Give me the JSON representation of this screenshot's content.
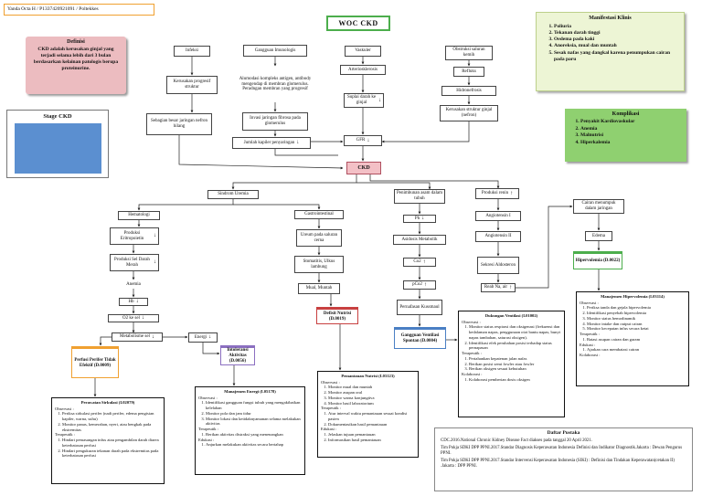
{
  "author": "Yanda Octa H / P1337420921091 / Poltekkes",
  "title": "WOC CKD",
  "definisi": {
    "title": "Definisi",
    "text": "CKD adalah kerusakan ginjal yang terjadi selama lebih dari 3 bulan berdasarkan kelainan patologis berupa proteinurine."
  },
  "stage": {
    "title": "Stage CKD"
  },
  "manifestasi": {
    "title": "Manifestasi Klinis",
    "items": [
      "Poliuria",
      "Tekanan darah tinggi",
      "Oedema pada kaki",
      "Anoreksia, mual dan muntah",
      "Sesak nafas yang dangkal karena penumpukan cairan pada paru"
    ]
  },
  "komplikasi": {
    "title": "Komplikasi",
    "items": [
      "Penyakit Kardiovaskular",
      "Anemia",
      "Malnutrisi",
      "Hiperkalemia"
    ]
  },
  "top": {
    "infeksi": "Infeksi",
    "kerusakan_progresif": "Kerusakan progresif struktur",
    "sebagian_besar": "Sebagian besar jaringan nefron hilang",
    "gangguan_imun": "Gangguan Imunologis",
    "alumodasi": "Alumodasi kompleks antigen, antibody mengendap di membran glomerulus. Peradngan membran yang progresif",
    "invasi": "Invasi jaringan fibrosa pada glomerulus",
    "jumlah_kapiler": "Jumlah kapiler penyaringan",
    "vaskuler": "Vaskuler",
    "arteriosklerosis": "Arteriosklerosis",
    "suplai_darah": "Suplai darah ke ginjal",
    "gfr": "GFR",
    "obstruksi": "Obstruksi saluran kemih",
    "refluks": "Refluks",
    "hidronefrosis": "Hidronefrosis",
    "kerusakan_struktur": "Kerusakan struktur ginjal (nefron)",
    "ckd": "CKD"
  },
  "mid": {
    "sindrom_uremia": "Sindrom Uremia",
    "hematologi": "Hematologi",
    "produksi_eritropoietin": "Produksi Eritropoietin",
    "produksi_sel_darah": "Produksi Sel Darah Merah",
    "anemia": "Anemia",
    "hb": "Hb",
    "o2_ke_sel": "O2 ke sel",
    "metabolisme": "Metabolisme sel",
    "energi": "Energi",
    "gastrointestinal": "Gastrointestinal",
    "ureum": "Ureum pada saluran cerna",
    "stomatitis": "Stomatitis, Ulkus lambung",
    "mual": "Mual, Muntah",
    "penimbunan_asam": "Penimbunan asam dalam tubuh",
    "ph": "Ph",
    "asidosis": "Asidosis Metabolik",
    "co2": "Co2",
    "pco2": "pCo2",
    "pernafasan": "Pernafasan Kussmaul",
    "produksi_renin": "Produksi renin",
    "angiotensin1": "Angiotensin I",
    "angiotensin2": "Angiotensin II",
    "sekresi": "Sekresi Aldosteron",
    "reab": "Reab Na, air",
    "cairan": "Cairan menumpuk dalam jaringan",
    "edema": "Edema",
    "arrow_down": "↓",
    "arrow_up": "↑"
  },
  "diagnoses": {
    "perfusi": "Perfusi Perifer Tidak Efektif (D.0009)",
    "intoleransi": "Intoleransi Aktivitas (D.0056)",
    "defisit": "Defisit Nutrisi (D.0019)",
    "gangguan_ventilasi": "Gangguan Ventilasi Spontan (D.0004)",
    "hipervolemia": "Hipervolemia (D.0022)"
  },
  "interventions": {
    "sirkulasi": {
      "title": "Perawatan Sirkulasi (I.02079)",
      "obs": "Observasi :",
      "obs_items": [
        "Periksa sirkulasi perifer (nadi perifer, edema pengisian kapiler, warna, suhu)",
        "Monitor panas, kemerahan, nyeri, atau bengkak pada ekstremitas"
      ],
      "ter": "Terapeutik :",
      "ter_items": [
        "Hindari pemasangan infus atau pengambilan darah diarea keterbatasan perfusi",
        "Hindari pengukuran tekanan darah pada ekstremitas pada keterbatasan perfusi"
      ]
    },
    "energi": {
      "title": "Manajemen Energi (I.05178)",
      "obs": "Observasi :",
      "obs_items": [
        "Identifikasi gangguan fungsi tubuh yang mengakibatkan kelelahan",
        "Monitor pola dan jam tidur",
        "Monitor lokasi dan ketidaknyamanan selama melakukan aktivitas"
      ],
      "ter": "Terapeutik :",
      "ter_items": [
        "Berikan aktivitas distraksi yang menenangkan"
      ],
      "edu": "Edukasi :",
      "edu_items": [
        "Anjurkan melakukan aktivitas secara bertahap"
      ]
    },
    "nutrisi": {
      "title": "Pemantauan Nutrisi (I.03123)",
      "obs": "Observasi :",
      "obs_items": [
        "Monitor mual dan muntah",
        "Monitor asupan oral",
        "Monitor warna konjungtiva",
        "Monitor hasil laboratorium"
      ],
      "ter": "Terapeutik :",
      "ter_items": [
        "Atur interval waktu pemantauan sesuai kondisi pasien",
        "Dokumentasikan hasil pemantauan"
      ],
      "edu": "Edukasi :",
      "edu_items": [
        "Jelaskan tujuan pemantauan",
        "Informasikan hasil pemantauan"
      ]
    },
    "ventilasi": {
      "title": "Dukungan Ventilasi (I.01002)",
      "obs": "Observasi :",
      "obs_items": [
        "Monitor status respirasi dan oksigenasi (frekuensi dan kedalaman napas, penggunaan otot bantu napas, bunyi napas tambahan, saturasi oksigen).",
        "Identifikasi efek perubahan posisi terhadap status pernapasan"
      ],
      "ter": "Terapeutik :",
      "ter_items": [
        "Pertahankan kepatenan jalan nafas",
        "Berikan posisi semi fowler atau fowler",
        "Berikan oksigen sesuai kebutuhan"
      ],
      "kol": "Kolaborasi :",
      "kol_items": [
        "Kolaborasi pemberian dosis oksigen"
      ]
    },
    "hipervolemia": {
      "title": "Manajemen Hipervolemia (I.03114)",
      "obs": "Observasi :",
      "obs_items": [
        "Periksa tanda dan gejala hipervolemia",
        "Identifikasi penyebab hipervolemia",
        "Monitor status hemodinamik",
        "Monitor intake dan output cairan",
        "Monitor kecepatan infus secara ketat"
      ],
      "ter": "Terapeutik :",
      "ter_items": [
        "Batasi asupan cairan dan garam"
      ],
      "edu": "Edukasi :",
      "edu_items": [
        "Ajarkan cara membatasi cairan"
      ],
      "kol": "Kolaborasi :"
    }
  },
  "pustaka": {
    "title": "Daftar Pustaka",
    "refs": [
      "CDC.2016.National Chronic Kidney Disease Fact diakses pada tanggal 20 April 2021.",
      "Tim Pokja SDKI DPP PPNI.2017.Standar Diagnosis Keperawatan Indonesia Definisi dan Indikator Diagnostik.Jakarta : Dewan Pengurus PPNI.",
      "Tim Pokja SDKI DPP PPNI.2017.Standar Intervensi Keperawatan Indonesia (SIKI) : Definisi dan Tindakan Keperawatan(cetakan II) .Jakarta : DPP PPNI."
    ]
  }
}
